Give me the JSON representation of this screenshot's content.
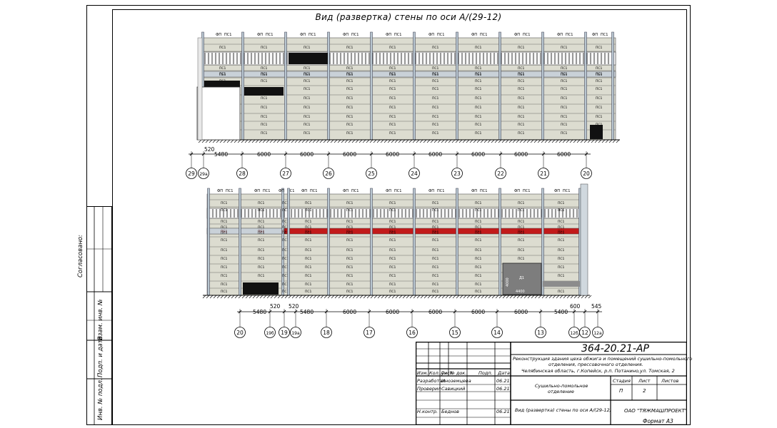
{
  "drawing": {
    "title": "Вид (развертка) стены по оси А/(29-12)",
    "format_label": "Формат А3",
    "panel_labels": {
      "ps": "ПС1",
      "fp": "ФП",
      "pb": "ПБ1",
      "d": "Д1"
    },
    "row1": {
      "axes": [
        "29",
        "29а",
        "28",
        "27",
        "26",
        "25",
        "24",
        "23",
        "22",
        "21",
        "20"
      ],
      "dims": [
        "520",
        "5480",
        "6000",
        "6000",
        "6000",
        "6000",
        "6000",
        "6000",
        "6000",
        "6000"
      ]
    },
    "row2": {
      "axes": [
        "20",
        "19б",
        "19",
        "19а",
        "18",
        "17",
        "16",
        "15",
        "14",
        "13",
        "12б",
        "12",
        "12а"
      ],
      "dims": [
        "5480",
        "520",
        "520",
        "5480",
        "6000",
        "6000",
        "6000",
        "6000",
        "6000",
        "5400",
        "600",
        "545"
      ],
      "door_dims": [
        "4000",
        "4400"
      ]
    }
  },
  "side_stamp": {
    "labels": [
      "Согласовано:",
      "Взам. инв. №",
      "Подп. и дата",
      "Инв. № подл."
    ]
  },
  "title_block": {
    "code": "364-20.21-АР",
    "project": [
      "Реконструкция здания цеха обжига и помещений сушильно-помольного",
      "отделения, прессовочного отделения.",
      "Челябинская область, г.Копейск, р.п. Потанино,ул. Томская, 2"
    ],
    "header_cols": [
      "Изм.",
      "Кол. уч",
      "Лист",
      "№ док.",
      "Подп.",
      "Дата"
    ],
    "rows": [
      {
        "role": "Разработал",
        "name": "Иноземцева",
        "date": "06.21"
      },
      {
        "role": "Проверил",
        "name": "Савицкий",
        "date": "06.21"
      },
      {
        "role": "Н.контр.",
        "name": "Беднов",
        "date": "06.21"
      }
    ],
    "department": [
      "Сушильно-помольное",
      "отделение"
    ],
    "stage_header": "Стадия",
    "sheet_header": "Лист",
    "sheets_header": "Листов",
    "stage": "П",
    "sheet": "2",
    "drawing_name": "Вид (развертка) стены по оси А/(29-12)",
    "company": "ОАО \"ТЯЖМАШПРОЕКТ\""
  }
}
